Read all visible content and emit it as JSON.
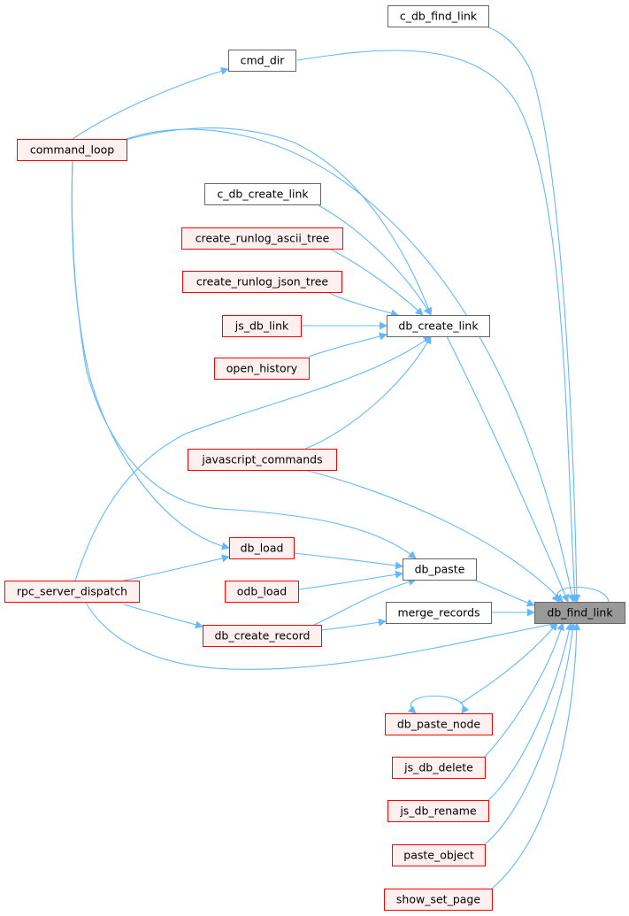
{
  "colors": {
    "edge": "#63b8ff",
    "normal_border": "#666666",
    "normal_fill": "#ffffff",
    "red_border": "#ff0000",
    "red_fill": "#fff0f0",
    "focus_border": "#666666",
    "focus_fill": "#999999"
  },
  "nodes": [
    {
      "id": "c_db_find_link",
      "label": "c_db_find_link",
      "style": "normal"
    },
    {
      "id": "cmd_dir",
      "label": "cmd_dir",
      "style": "normal"
    },
    {
      "id": "command_loop",
      "label": "command_loop",
      "style": "red"
    },
    {
      "id": "c_db_create_link",
      "label": "c_db_create_link",
      "style": "normal"
    },
    {
      "id": "create_runlog_ascii_tree",
      "label": "create_runlog_ascii_tree",
      "style": "red"
    },
    {
      "id": "create_runlog_json_tree",
      "label": "create_runlog_json_tree",
      "style": "red"
    },
    {
      "id": "js_db_link",
      "label": "js_db_link",
      "style": "red"
    },
    {
      "id": "db_create_link",
      "label": "db_create_link",
      "style": "normal"
    },
    {
      "id": "open_history",
      "label": "open_history",
      "style": "red"
    },
    {
      "id": "javascript_commands",
      "label": "javascript_commands",
      "style": "red"
    },
    {
      "id": "db_load",
      "label": "db_load",
      "style": "red"
    },
    {
      "id": "db_paste",
      "label": "db_paste",
      "style": "normal"
    },
    {
      "id": "rpc_server_dispatch",
      "label": "rpc_server_dispatch",
      "style": "red"
    },
    {
      "id": "odb_load",
      "label": "odb_load",
      "style": "red"
    },
    {
      "id": "merge_records",
      "label": "merge_records",
      "style": "normal"
    },
    {
      "id": "db_find_link",
      "label": "db_find_link",
      "style": "focus"
    },
    {
      "id": "db_create_record",
      "label": "db_create_record",
      "style": "red"
    },
    {
      "id": "db_paste_node",
      "label": "db_paste_node",
      "style": "red"
    },
    {
      "id": "js_db_delete",
      "label": "js_db_delete",
      "style": "red"
    },
    {
      "id": "js_db_rename",
      "label": "js_db_rename",
      "style": "red"
    },
    {
      "id": "paste_object",
      "label": "paste_object",
      "style": "red"
    },
    {
      "id": "show_set_page",
      "label": "show_set_page",
      "style": "red"
    }
  ],
  "edges": [
    {
      "from": "db_find_link",
      "to": "c_db_find_link"
    },
    {
      "from": "db_find_link",
      "to": "cmd_dir"
    },
    {
      "from": "cmd_dir",
      "to": "command_loop"
    },
    {
      "from": "db_find_link",
      "to": "command_loop"
    },
    {
      "from": "db_create_link",
      "to": "command_loop"
    },
    {
      "from": "db_create_link",
      "to": "c_db_create_link"
    },
    {
      "from": "db_create_link",
      "to": "create_runlog_ascii_tree"
    },
    {
      "from": "db_create_link",
      "to": "create_runlog_json_tree"
    },
    {
      "from": "db_create_link",
      "to": "js_db_link"
    },
    {
      "from": "db_create_link",
      "to": "open_history"
    },
    {
      "from": "db_create_link",
      "to": "javascript_commands"
    },
    {
      "from": "db_create_link",
      "to": "rpc_server_dispatch"
    },
    {
      "from": "db_find_link",
      "to": "db_create_link"
    },
    {
      "from": "db_find_link",
      "to": "javascript_commands"
    },
    {
      "from": "db_load",
      "to": "command_loop"
    },
    {
      "from": "db_paste",
      "to": "command_loop"
    },
    {
      "from": "db_paste",
      "to": "db_load"
    },
    {
      "from": "db_paste",
      "to": "odb_load"
    },
    {
      "from": "db_paste",
      "to": "db_create_record"
    },
    {
      "from": "db_find_link",
      "to": "db_paste"
    },
    {
      "from": "db_load",
      "to": "rpc_server_dispatch"
    },
    {
      "from": "db_create_record",
      "to": "rpc_server_dispatch"
    },
    {
      "from": "db_find_link",
      "to": "rpc_server_dispatch"
    },
    {
      "from": "merge_records",
      "to": "db_create_record"
    },
    {
      "from": "db_find_link",
      "to": "merge_records"
    },
    {
      "from": "db_find_link",
      "to": "db_find_link"
    },
    {
      "from": "db_find_link",
      "to": "db_paste_node"
    },
    {
      "from": "db_paste_node",
      "to": "db_paste_node"
    },
    {
      "from": "db_find_link",
      "to": "js_db_delete"
    },
    {
      "from": "db_find_link",
      "to": "js_db_rename"
    },
    {
      "from": "db_find_link",
      "to": "paste_object"
    },
    {
      "from": "db_find_link",
      "to": "show_set_page"
    }
  ]
}
